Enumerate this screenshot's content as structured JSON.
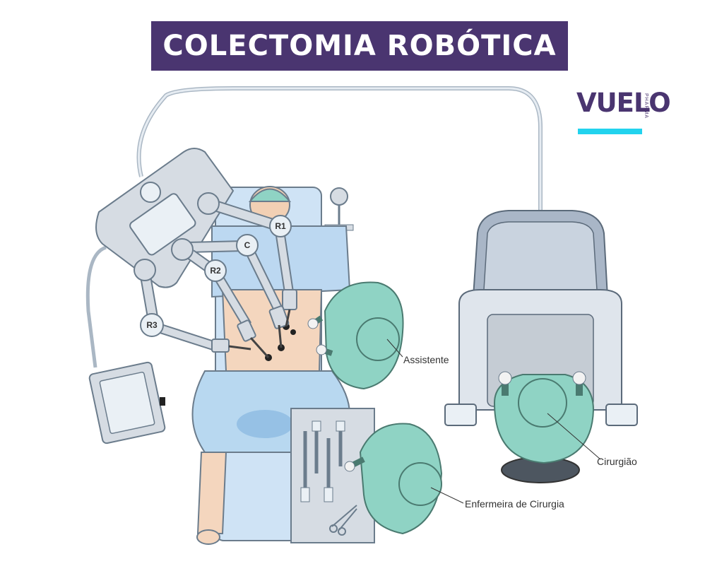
{
  "title": "COLECTOMIA ROBÓTICA",
  "brand": {
    "name": "VUELO",
    "sub": "PHARMA"
  },
  "colors": {
    "banner": "#4a3570",
    "accent": "#22d3ee",
    "scrubs": "#8fd3c4",
    "sheet": "#b8d8f0",
    "machine": "#d6dce3"
  },
  "arms": {
    "r1": "R1",
    "c": "C",
    "r2": "R2",
    "r3": "R3"
  },
  "labels": {
    "assistant": "Assistente",
    "surgeon": "Cirurgião",
    "nurse": "Enfermeira de Cirurgia"
  }
}
